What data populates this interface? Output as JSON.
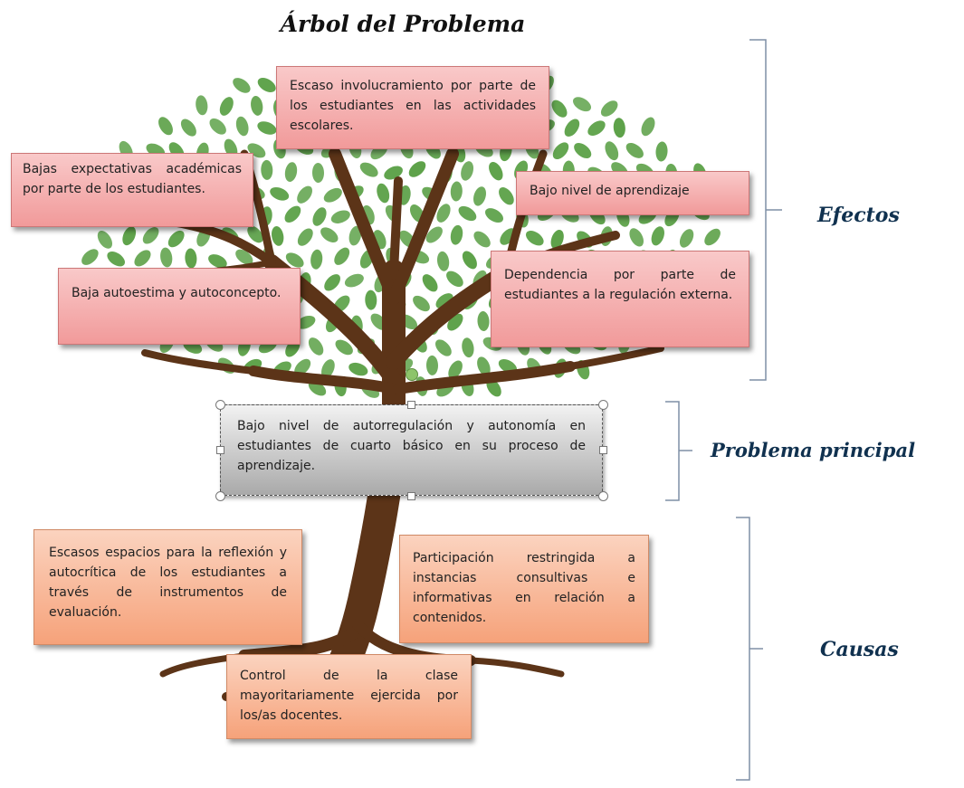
{
  "title": "Árbol del Problema",
  "effects": [
    "Escaso involucramiento por parte de los estudiantes en las actividades escolares.",
    "Bajas expectativas académicas por parte de los estudiantes.",
    "Bajo nivel de aprendizaje",
    "Baja autoestima y autoconcepto.",
    "Dependencia por parte de estudiantes a la regulación externa."
  ],
  "main_problem": "Bajo nivel de autorregulación y autonomía en estudiantes de cuarto básico en su proceso de aprendizaje.",
  "causes": [
    "Escasos espacios para la reflexión y autocrítica de los estudiantes a través de instrumentos de evaluación.",
    "Participación restringida a instancias consultivas e informativas en relación a contenidos.",
    "Control de la clase mayoritariamente ejercida por los/as docentes."
  ],
  "labels": {
    "effects": "Efectos",
    "problem": "Problema principal",
    "causes": "Causas"
  },
  "colors": {
    "effect_box": "#f4aeae",
    "cause_box": "#f8b899",
    "problem_box": "#c8c8c8",
    "trunk": "#5c3418",
    "leaf": "#5ea24a",
    "bracket": "#7f8fa6"
  }
}
